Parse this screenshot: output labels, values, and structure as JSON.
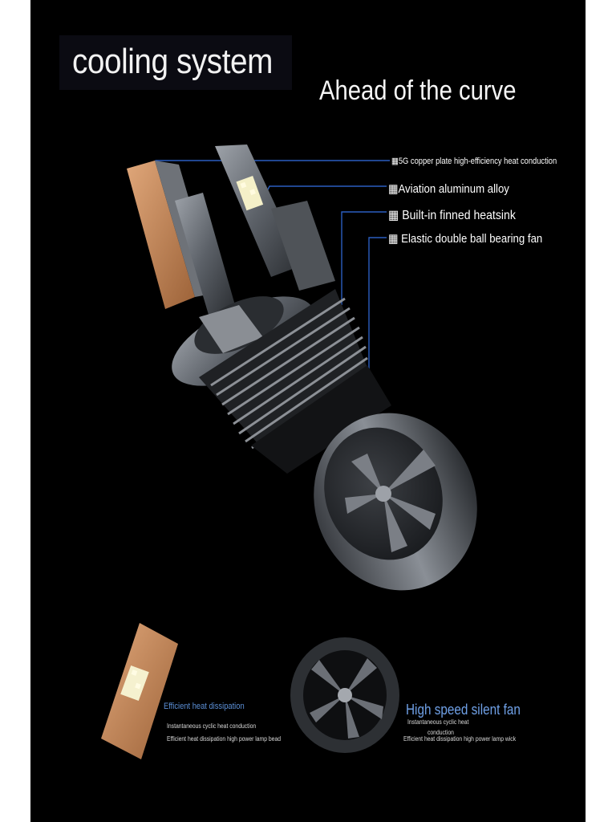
{
  "title": "cooling system",
  "subtitle": "Ahead of the curve",
  "features": [
    "▦5G copper plate high-efficiency heat conduction",
    "▦Aviation aluminum alloy",
    "▦ Built-in finned heatsink",
    "▦ Elastic double ball bearing fan"
  ],
  "copper_plate": {
    "title": "Efficient heat dissipation",
    "lines": [
      "Instantaneous cyclic heat conduction",
      "Efficient heat dissipation high power lamp bead"
    ]
  },
  "fan": {
    "title": "High speed silent fan",
    "line1a": "Instantaneous cyclic heat",
    "line1b": "conduction",
    "line2": "Efficient heat dissipation high power lamp wick"
  },
  "colors": {
    "background": "#000000",
    "callout_line": "#2a5dbf",
    "accent_blue": "#6fa0e6",
    "copper": "#c98a57"
  }
}
